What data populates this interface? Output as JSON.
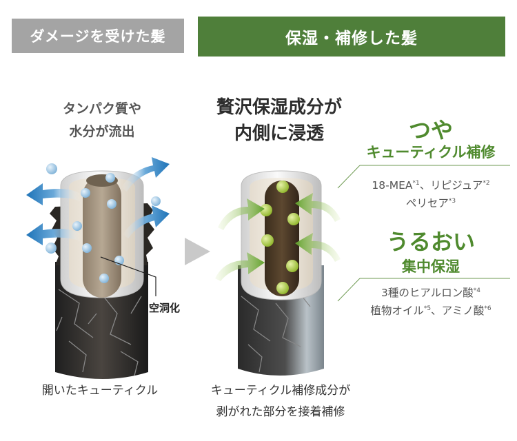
{
  "labels": {
    "damaged_header": "ダメージを受けた髪",
    "repaired_header": "保湿・補修した髪",
    "loss_line1": "タンパク質や",
    "loss_line2": "水分が流出",
    "penetrate_line1": "贅沢保湿成分が",
    "penetrate_line2": "内側に浸透",
    "cavity": "空洞化",
    "open_cuticle": "開いたキューティクル",
    "repair_line1": "キューティクル補修成分が",
    "repair_line2": "剥がれた部分を接着補修"
  },
  "benefits": [
    {
      "title": "つや",
      "subtitle": "キューティクル補修",
      "ingredients": [
        {
          "text": "18-MEA",
          "note": "*1"
        },
        {
          "text": "、リピジュア",
          "note": "*2"
        },
        {
          "text": "ペリセア",
          "note": "*3"
        }
      ]
    },
    {
      "title": "うるおい",
      "subtitle": "集中保湿",
      "ingredients": [
        {
          "text": "3種のヒアルロン酸",
          "note": "*4"
        },
        {
          "text": "植物オイル",
          "note": "*5"
        },
        {
          "text": "、アミノ酸",
          "note": "*6"
        }
      ]
    }
  ],
  "colors": {
    "header_gray": "#a4a4a4",
    "header_green": "#4f7f3a",
    "accent_green": "#4f8a2e",
    "blue_arrow": "#2b7fc2",
    "green_arrow": "#7bb43a"
  },
  "icons": [
    "damaged-hair-illustration",
    "repaired-hair-illustration",
    "transition-arrow-icon",
    "water-droplet-icon",
    "outflow-arrow-icon",
    "inflow-arrow-icon"
  ]
}
